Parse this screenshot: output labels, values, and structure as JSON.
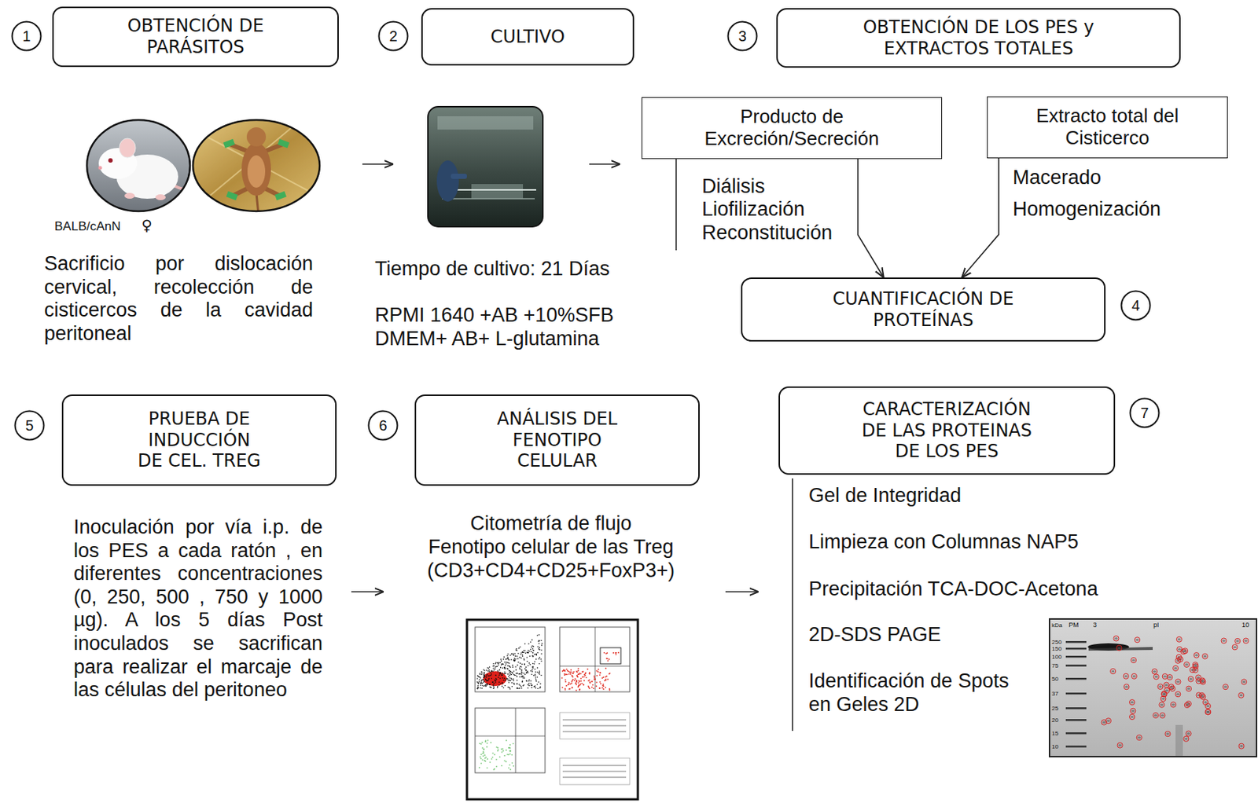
{
  "diagram": {
    "nodes": [
      {
        "text": [
          "1"
        ]
      },
      {
        "text": [
          "OBTENCIÓN DE PARÁSITOS"
        ]
      },
      {
        "text": [
          "2"
        ]
      },
      {
        "text": [
          "CULTIVO"
        ]
      },
      {
        "text": [
          "3"
        ]
      },
      {
        "text": [
          "OBTENCIÓN DE LOS PES y EXTRACTOS TOTALES"
        ]
      },
      {
        "text": [
          "Producto de Excreción/Secreción"
        ]
      },
      {
        "text": [
          "Extracto total del Cisticerco"
        ]
      },
      {
        "text": [
          "CUANTIFICACIÓN DE PROTEÍNAS"
        ]
      },
      {
        "text": [
          "4"
        ]
      },
      {
        "text": [
          "5"
        ]
      },
      {
        "text": [
          "PRUEBA DE INDUCCIÓN DE CEL. TREG"
        ]
      },
      {
        "text": [
          "6"
        ]
      },
      {
        "text": [
          "ANÁLISIS DEL FENOTIPO CELULAR"
        ]
      },
      {
        "text": [
          "CARACTERIZACIÓN DE LAS PROTEINAS DE LOS PES"
        ]
      },
      {
        "text": [
          "7"
        ]
      }
    ],
    "edges": [
      {
        "from": 6,
        "to": 8,
        "arrow": "to"
      },
      {
        "from": 7,
        "to": 8,
        "arrow": "to"
      }
    ],
    "labels": [
      "BALB/cAnN",
      "♀",
      "Sacrificio por dislocación cervical, recolección de cisticercos de la cavidad peritoneal",
      "Tiempo de cultivo: 21 Días",
      "RPMI 1640 +AB +10%SFB",
      "DMEM+ AB+ L-glutamina",
      "Diálisis",
      "Liofilización",
      "Reconstitución",
      "Macerado",
      "Homogenización",
      "Inoculación por vía i.p. de los PES a cada ratón , en diferentes concentraciones (0, 250, 500 , 750 y 1000 µg). A los 5 días Post inoculados se sacrifican para realizar el marcaje de las células del peritoneo",
      "Citometría de flujo",
      "Fenotipo celular de las Treg",
      "(CD3+CD4+CD25+FoxP3+)",
      "Gel de Integridad",
      "Limpieza con Columnas NAP5",
      "Precipitación TCA-DOC-Acetona",
      "2D-SDS PAGE",
      "Identificación de Spots en Geles 2D",
      "kDa",
      "PM",
      "3",
      "pI",
      "10",
      "250",
      "150",
      "100",
      "75",
      "50",
      "37",
      "25",
      "20",
      "15",
      "10"
    ]
  }
}
